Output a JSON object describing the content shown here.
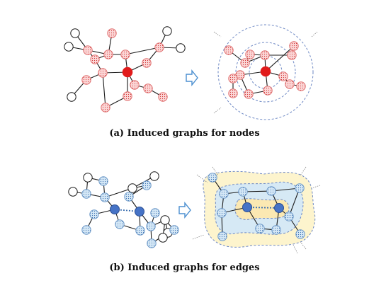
{
  "captions": {
    "nodes": "(a) Induced graphs for nodes",
    "edges": "(b) Induced graphs for edges"
  },
  "colors": {
    "edge": "#1a1a1a",
    "red_fill": "#fbd6d6",
    "red_stroke": "#e07070",
    "red_dot": "#d23a3a",
    "center_red": "#e11b1b",
    "blue_fill": "#d5e8f6",
    "blue_stroke": "#6c98c8",
    "blue_dot": "#3b6fb0",
    "center_blue": "#4673c6",
    "dashed_circle": "#6d88c4",
    "arrow": "#4b8fd0",
    "outer_region": "#fdf4cd",
    "middle_region": "#d6e9f5",
    "inner_region": "#fbe8b2"
  },
  "node_styles": [
    "white",
    "red",
    "center-red",
    "blue",
    "center-blue"
  ]
}
